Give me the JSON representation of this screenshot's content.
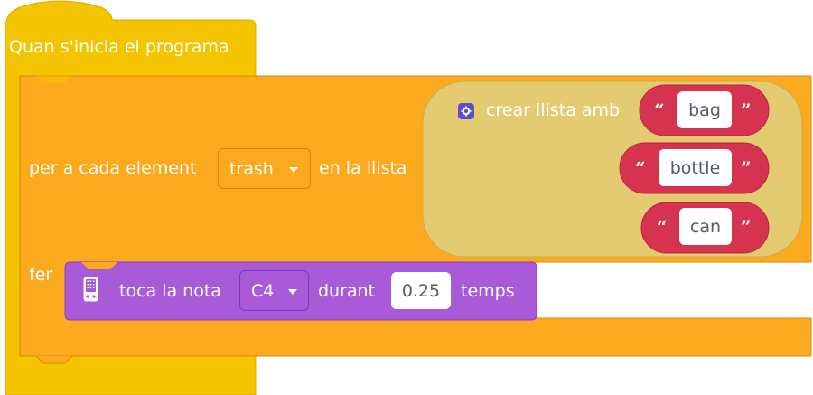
{
  "hat": {
    "label": "Quan s'inicia el programa"
  },
  "foreach": {
    "label_prefix": "per a cada element",
    "variable": "trash",
    "label_in": "en la llista",
    "do_label": "fer"
  },
  "list": {
    "label": "crear llista amb",
    "items": [
      "bag",
      "bottle",
      "can"
    ],
    "quote_open": "“",
    "quote_close": "”",
    "icon": "gear-icon"
  },
  "play": {
    "label": "toca la nota",
    "note": "C4",
    "during": "durant",
    "beats": "0.25",
    "unit": "temps",
    "icon": "microbit-icon"
  },
  "colors": {
    "hat": "#f5c400",
    "loop": "#fba91e",
    "list": "#e4cb72",
    "text": "#d63350",
    "music": "#a85ad9"
  }
}
